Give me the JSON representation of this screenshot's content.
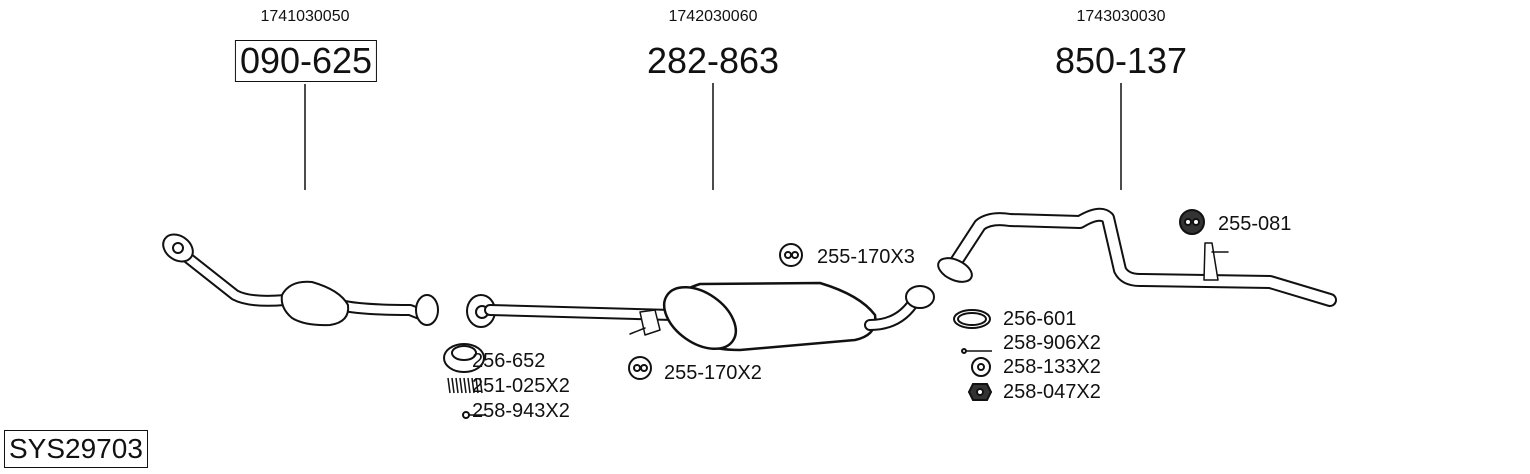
{
  "assemblies": [
    {
      "ref": "1741030050",
      "part": "090-625"
    },
    {
      "ref": "1742030060",
      "part": "282-863"
    },
    {
      "ref": "1743030030",
      "part": "850-137"
    }
  ],
  "accessories": {
    "a1": "256-652",
    "a2": "251-025X2",
    "a3": "258-943X2",
    "a4": "255-170X2",
    "a5": "255-170X3",
    "a6": "255-081",
    "a7": "256-601",
    "a8": "258-906X2",
    "a9": "258-133X2",
    "a10": "258-047X2"
  },
  "system_code": "SYS29703"
}
